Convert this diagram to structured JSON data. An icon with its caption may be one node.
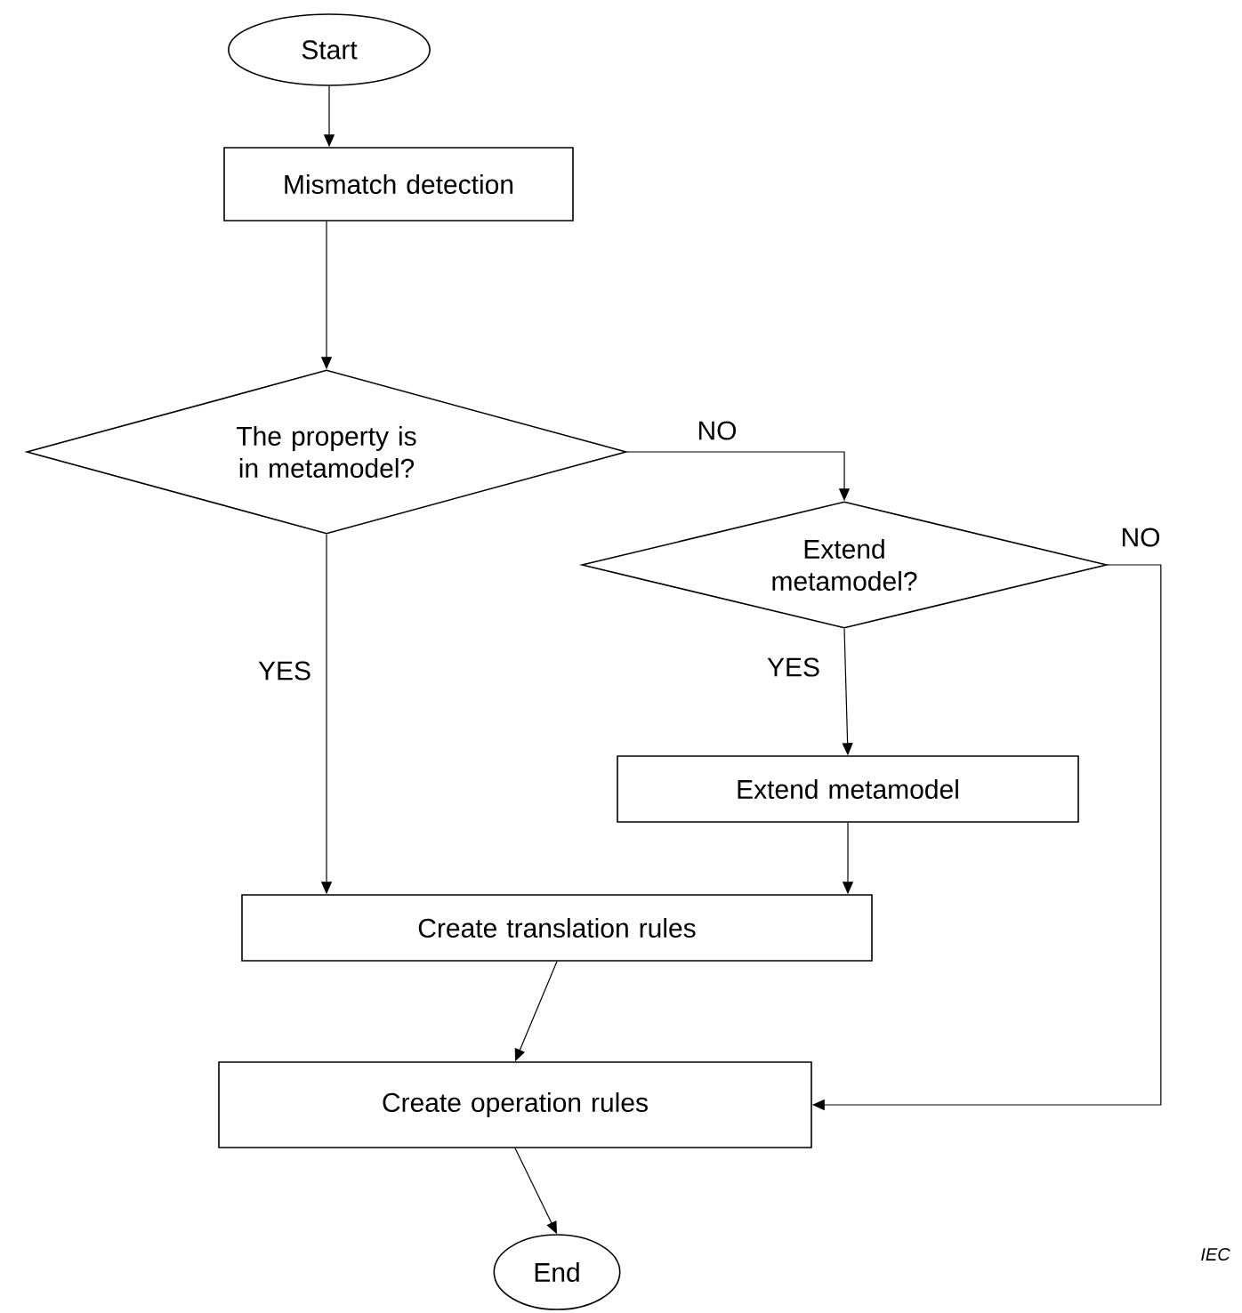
{
  "diagram": {
    "nodes": [
      {
        "text": [
          "Start"
        ]
      },
      {
        "text": [
          "Mismatch detection"
        ]
      },
      {
        "text": [
          "The property is in metamodel?"
        ]
      },
      {
        "text": [
          "Extend metamodel?"
        ]
      },
      {
        "text": [
          "Extend metamodel"
        ]
      },
      {
        "text": [
          "Create translation rules"
        ]
      },
      {
        "text": [
          "Create operation rules"
        ]
      },
      {
        "text": [
          "End"
        ]
      }
    ],
    "edges": [
      {
        "from": 0,
        "to": 1,
        "arrow": "to"
      },
      {
        "from": 1,
        "to": 2,
        "arrow": "to"
      },
      {
        "from": 2,
        "to": 3,
        "arrow": "to",
        "label": "NO"
      },
      {
        "from": 2,
        "to": 5,
        "arrow": "to",
        "label": "YES"
      },
      {
        "from": 3,
        "to": 4,
        "arrow": "to",
        "label": "YES"
      },
      {
        "from": 3,
        "to": 6,
        "arrow": "to",
        "label": "NO"
      },
      {
        "from": 4,
        "to": 5,
        "arrow": "to"
      },
      {
        "from": 5,
        "to": 6,
        "arrow": "to"
      },
      {
        "from": 6,
        "to": 7,
        "arrow": "to"
      }
    ],
    "labels": [
      "IEC"
    ]
  }
}
